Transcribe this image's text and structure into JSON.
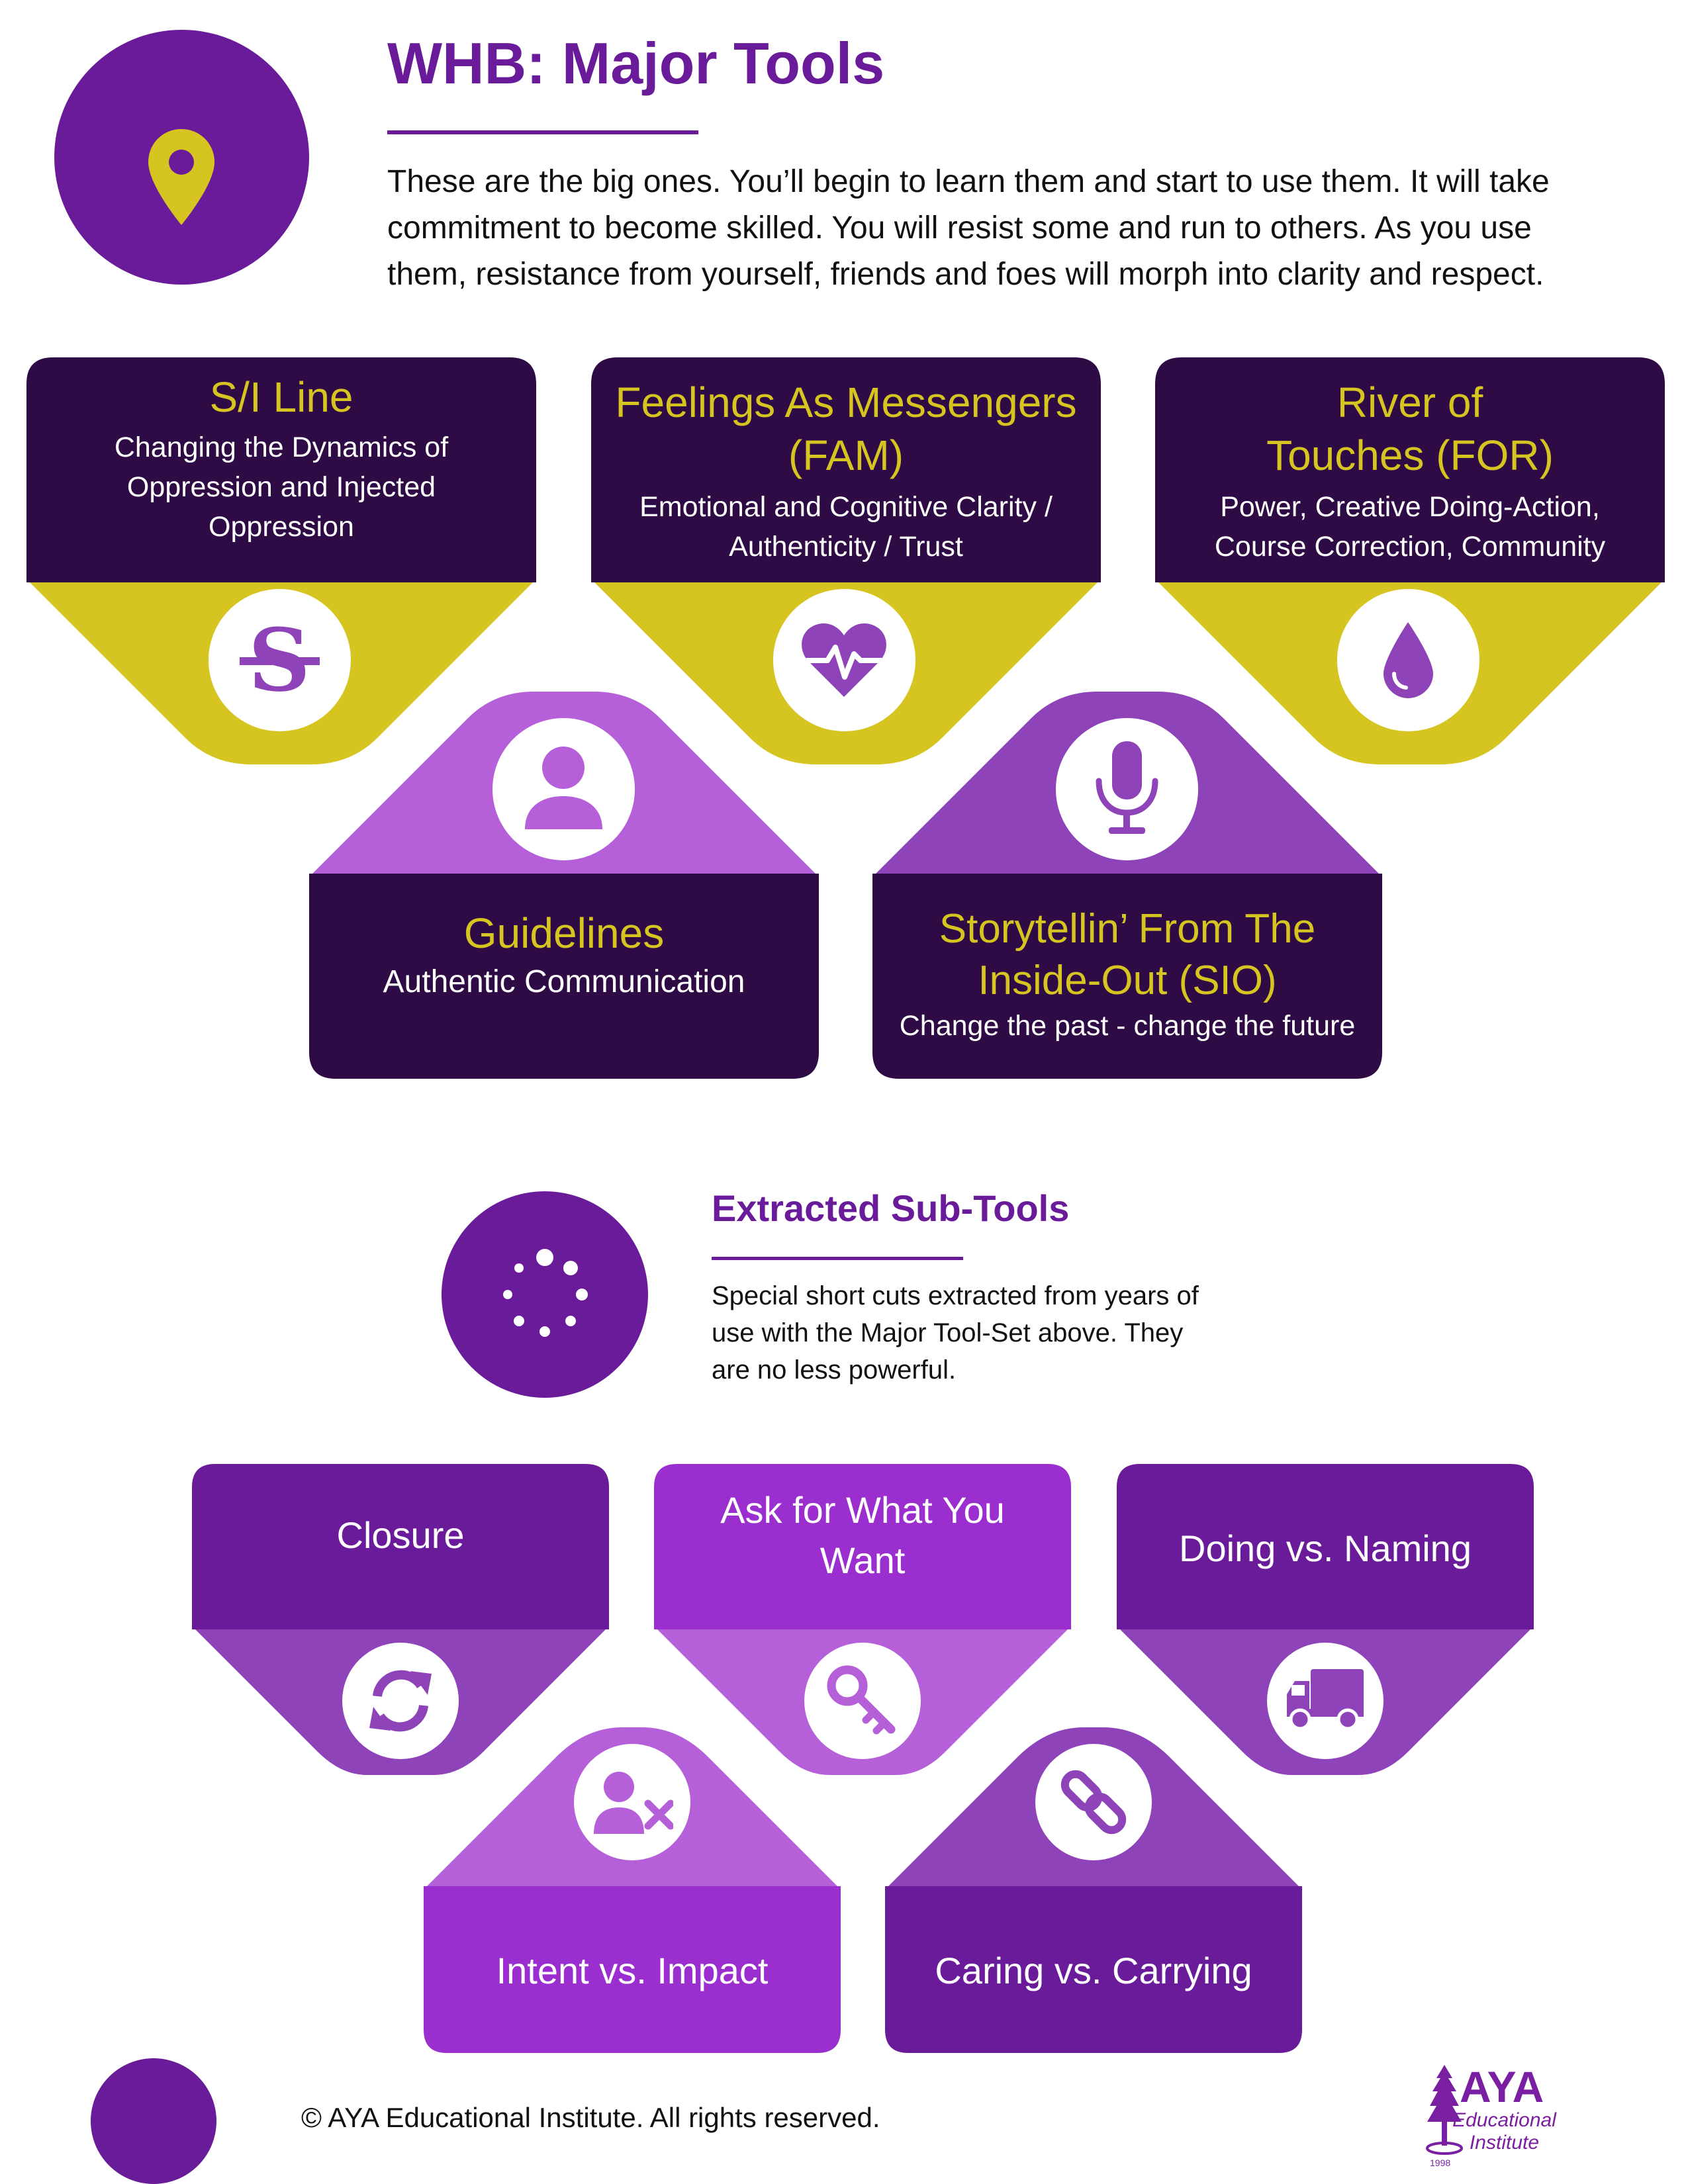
{
  "header": {
    "title": "WHB: Major Tools",
    "intro": "These are the big ones. You’ll begin to learn them and start to use them. It will take commitment to become skilled. You will resist some and run to others. As you use them, resistance from yourself, friends and foes will morph into clarity and respect."
  },
  "major_tools": [
    {
      "title": "S/I Line",
      "subtitle": "Changing the Dynamics of Oppression and Injected Oppression",
      "icon": "strikethrough-s-icon"
    },
    {
      "title": "Feelings As Messengers (FAM)",
      "subtitle": "Emotional and Cognitive Clarity / Authenticity / Trust",
      "icon": "heartbeat-icon"
    },
    {
      "title": "River of Touches (FOR)",
      "subtitle": "Power, Creative Doing-Action, Course Correction, Community",
      "icon": "water-drop-icon"
    },
    {
      "title": "Guidelines",
      "subtitle": "Authentic Communication",
      "icon": "person-icon"
    },
    {
      "title": "Storytellin’ From The Inside-Out (SIO)",
      "subtitle": "Change the past - change the future",
      "icon": "microphone-icon"
    }
  ],
  "subtools_section": {
    "title": "Extracted Sub-Tools",
    "description": "Special short cuts extracted from years of use with the Major Tool-Set above. They are no less powerful.",
    "icon": "spinner-dots-icon"
  },
  "sub_tools": [
    {
      "label": "Closure",
      "icon": "sync-arrows-icon"
    },
    {
      "label": "Ask for What You Want",
      "icon": "key-icon"
    },
    {
      "label": "Doing vs. Naming",
      "icon": "truck-icon"
    },
    {
      "label": "Intent vs. Impact",
      "icon": "user-x-icon"
    },
    {
      "label": "Caring vs. Carrying",
      "icon": "chain-link-icon"
    }
  ],
  "footer": {
    "copyright": "© AYA Educational Institute. All rights reserved.",
    "logo_name": "AYA",
    "logo_line1": "Educational",
    "logo_line2": "Institute",
    "logo_year": "1998"
  },
  "colors": {
    "dark_purple": "#2e0b45",
    "yellow": "#d6c520",
    "purple": "#6a1b9a",
    "light_purple": "#b55fd9",
    "medium_purple": "#8e44b8",
    "bright_purple": "#9b2ecf"
  }
}
